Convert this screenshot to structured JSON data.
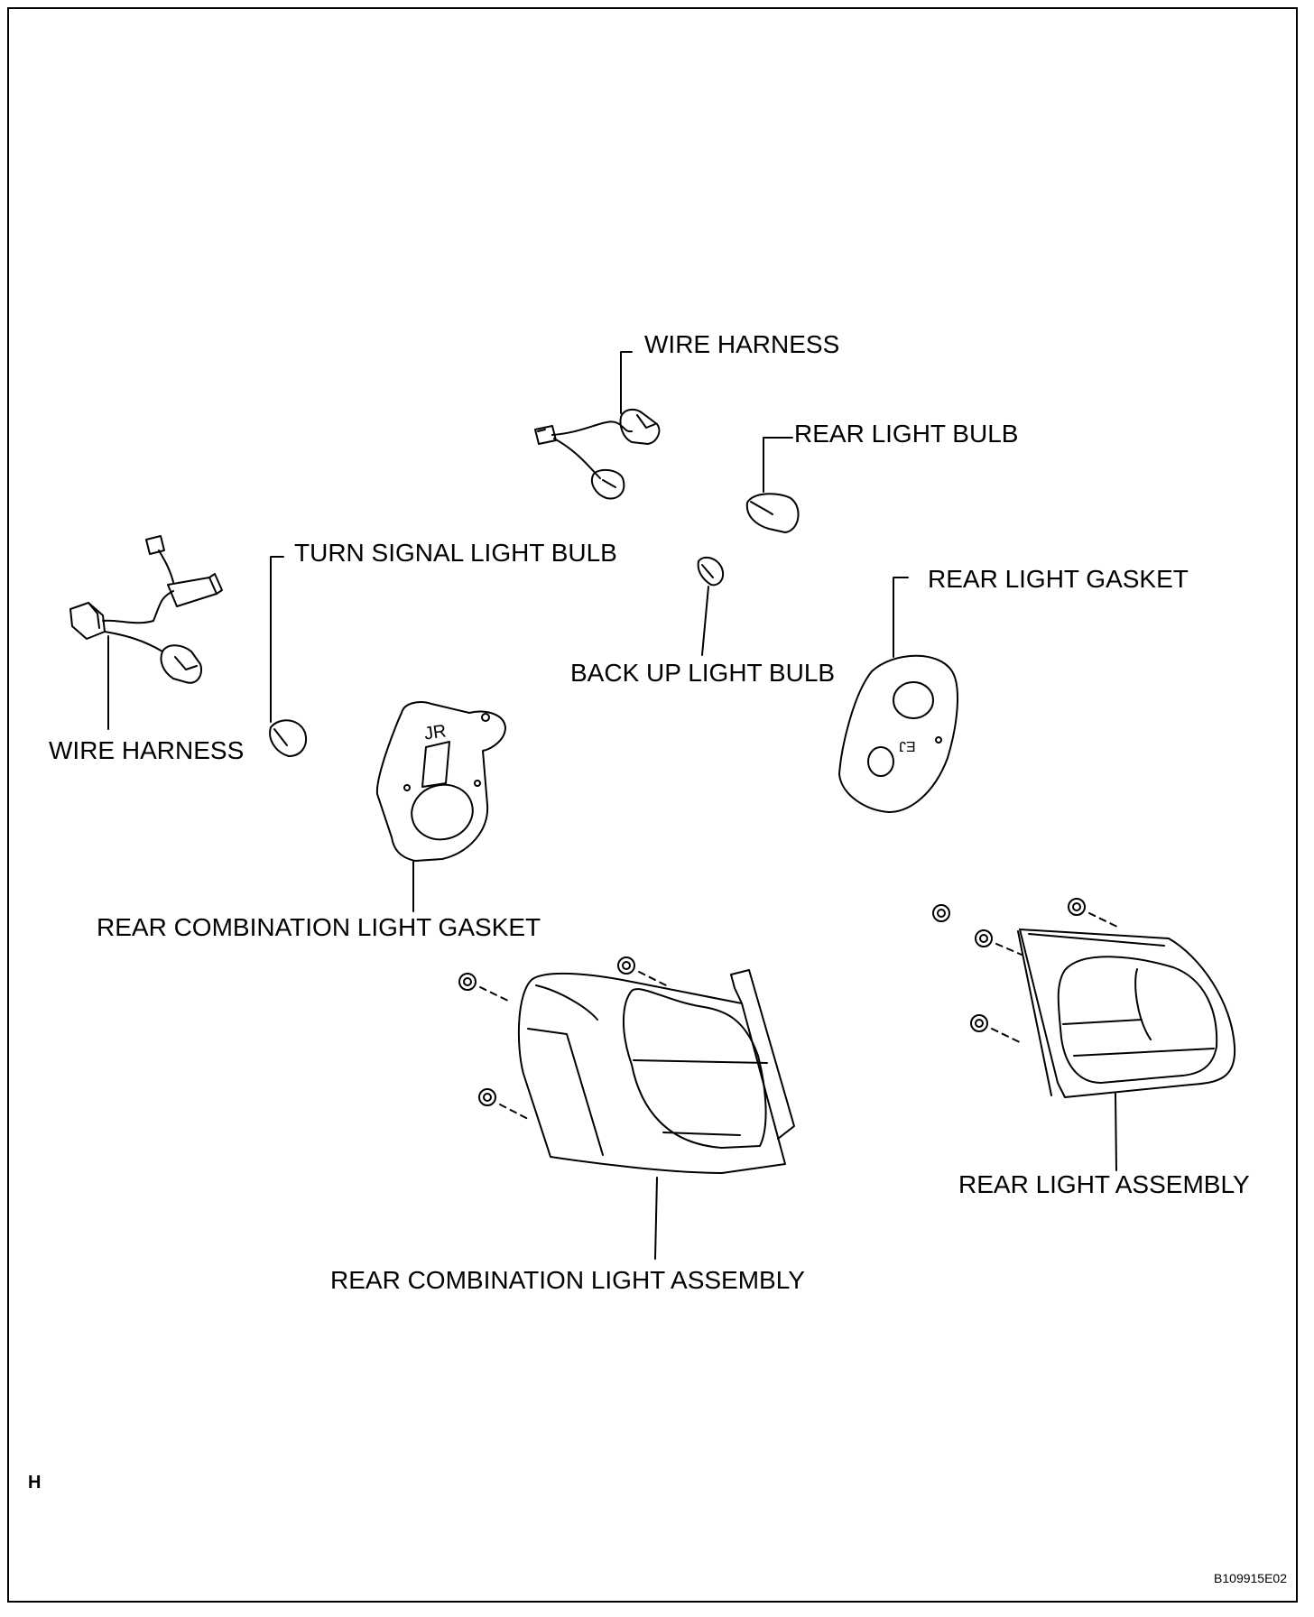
{
  "labels": {
    "wire_harness_top": "WIRE HARNESS",
    "rear_light_bulb": "REAR LIGHT BULB",
    "turn_signal_light_bulb": "TURN SIGNAL LIGHT BULB",
    "rear_light_gasket": "REAR LIGHT GASKET",
    "back_up_light_bulb": "BACK UP LIGHT BULB",
    "wire_harness_left": "WIRE HARNESS",
    "rear_combination_light_gasket": "REAR COMBINATION LIGHT GASKET",
    "rear_light_assembly": "REAR LIGHT ASSEMBLY",
    "rear_combination_light_assembly": "REAR COMBINATION LIGHT ASSEMBLY"
  },
  "part_marks": {
    "left_gasket_mark": "JR",
    "right_gasket_mark": "EJ"
  },
  "section_letter": "H",
  "figure_code": "B109915E02",
  "colors": {
    "ink": "#000000",
    "background": "#ffffff"
  }
}
